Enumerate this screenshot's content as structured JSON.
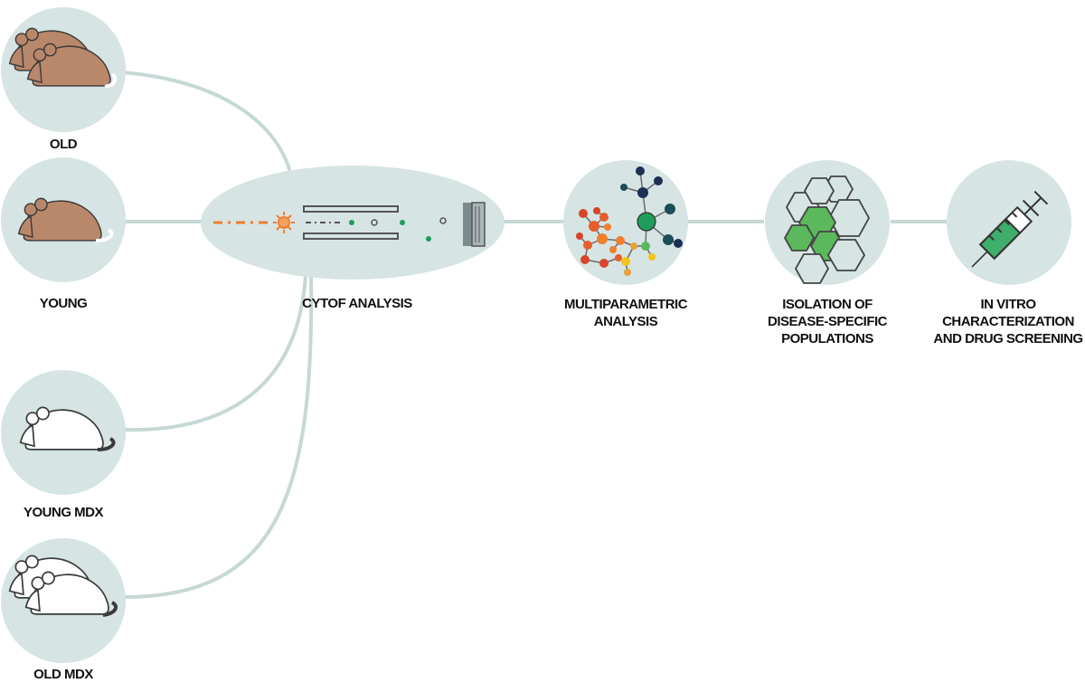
{
  "colors": {
    "node_fill": "#d6e4e3",
    "connector": "#c6d8d6",
    "mouse_brown": "#b9876a",
    "mouse_outline": "#3a3a3a",
    "laser_orange": "#f07e2c",
    "green_accent": "#1f9d5a",
    "dark_navy": "#1e2f55",
    "dark_teal": "#1c4e55"
  },
  "groups": {
    "old": "OLD",
    "young": "YOUNG",
    "young_mdx": "YOUNG MDX",
    "old_mdx": "OLD MDX"
  },
  "steps": {
    "cytof": "CYTOF ANALYSIS",
    "multiparametric": [
      "MULTIPARAMETRIC",
      "ANALYSIS"
    ],
    "isolation": [
      "ISOLATION OF",
      "DISEASE-SPECIFIC",
      "POPULATIONS"
    ],
    "invitro": [
      "IN VITRO",
      "CHARACTERIZATION",
      "AND DRUG SCREENING"
    ]
  },
  "icons": {
    "old": "two-brown-mice-icon",
    "young": "brown-mouse-icon",
    "young_mdx": "white-mouse-icon",
    "old_mdx": "two-white-mice-icon",
    "cytof": "mass-cytometer-icon",
    "multiparametric": "cluster-tree-icon",
    "isolation": "cell-population-icon",
    "invitro": "syringe-icon"
  }
}
